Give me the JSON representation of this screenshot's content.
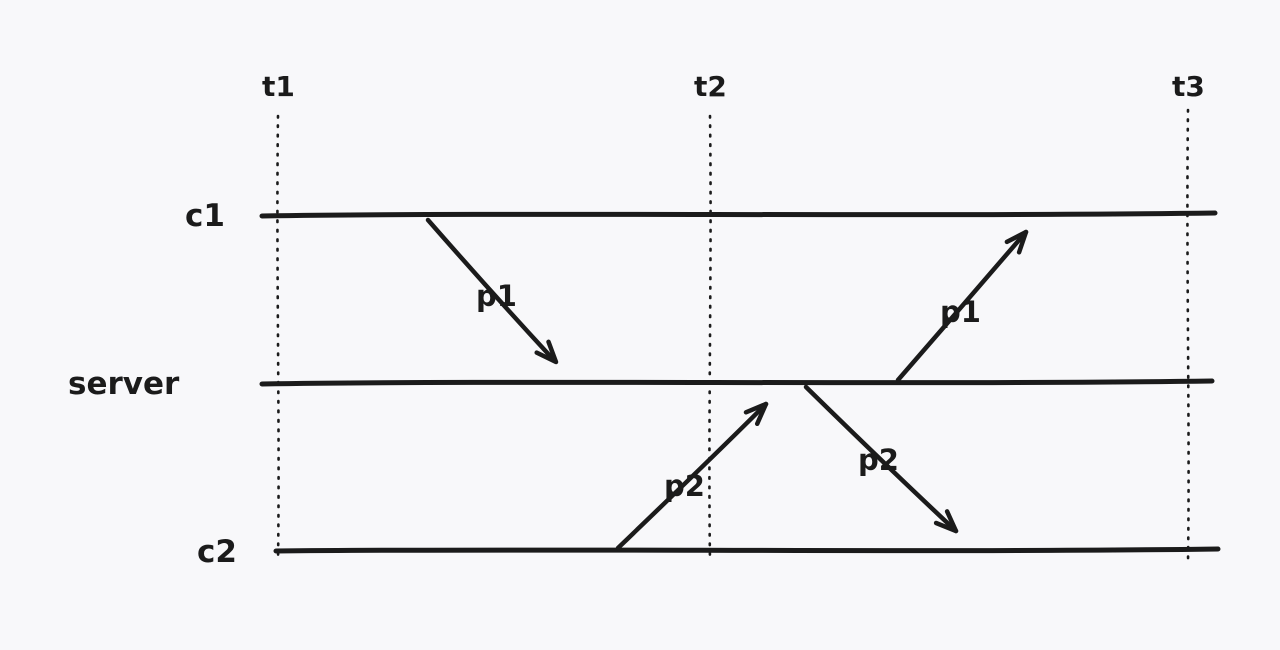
{
  "canvas": {
    "background": "#f8f8fa",
    "stroke_color": "#1b1b1b"
  },
  "diagram": {
    "type": "sequence-timeline",
    "lanes": [
      {
        "label": "c1"
      },
      {
        "label": "server"
      },
      {
        "label": "c2"
      }
    ],
    "time_markers": [
      {
        "label": "t1"
      },
      {
        "label": "t2"
      },
      {
        "label": "t3"
      }
    ],
    "messages": [
      {
        "label": "p1",
        "from": "c1",
        "to": "server",
        "direction": "down"
      },
      {
        "label": "p2",
        "from": "c2",
        "to": "server",
        "direction": "up"
      },
      {
        "label": "p2",
        "from": "server",
        "to": "c2",
        "direction": "down"
      },
      {
        "label": "p1",
        "from": "server",
        "to": "c1",
        "direction": "up"
      }
    ]
  }
}
